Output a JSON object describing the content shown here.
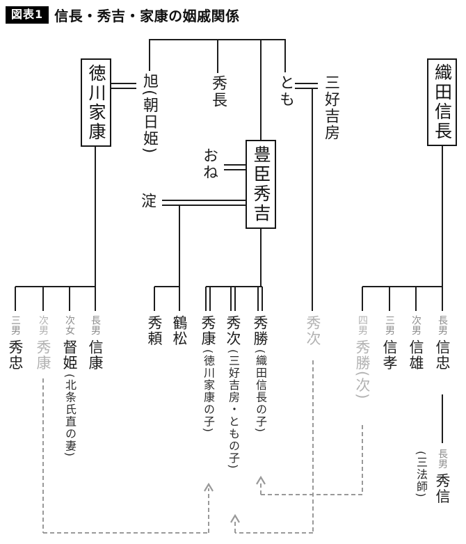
{
  "header": {
    "badge": "図表1",
    "title": "信長・秀吉・家康の姻戚関係"
  },
  "boxes": {
    "tokugawa": "徳川家康",
    "toyotomi": "豊臣秀吉",
    "oda": "織田信長"
  },
  "relatives": {
    "asahi": "旭(朝日姫)",
    "hidenaga": "秀長",
    "tomo": "とも",
    "miyoshi": "三好吉房",
    "one": "おね",
    "yodo": "淀"
  },
  "tokugawa_children": [
    {
      "prefix": "三男",
      "name": "秀忠",
      "note": ""
    },
    {
      "prefix": "次男",
      "name": "秀康",
      "note": "",
      "gray": true
    },
    {
      "prefix": "次女",
      "name": "督姫",
      "note": "(北条氏直の妻)"
    },
    {
      "prefix": "長男",
      "name": "信康",
      "note": ""
    }
  ],
  "toyotomi_children": [
    {
      "name": "秀頼",
      "note": ""
    },
    {
      "name": "鶴松",
      "note": ""
    },
    {
      "name": "秀康",
      "note": "(徳川家康の子)"
    },
    {
      "name": "秀次",
      "note": "(三好吉房・ともの子)"
    },
    {
      "name": "秀勝",
      "note": "(織田信長の子)"
    }
  ],
  "miyoshi_child": {
    "name": "秀次",
    "gray": true
  },
  "oda_children": [
    {
      "prefix": "四男",
      "name": "秀勝(次)",
      "note": "",
      "gray": true
    },
    {
      "prefix": "三男",
      "name": "信孝",
      "note": ""
    },
    {
      "prefix": "次男",
      "name": "信雄",
      "note": ""
    },
    {
      "prefix": "長男",
      "name": "信忠",
      "note": ""
    }
  ],
  "oda_grandchild": {
    "prefix": "長男",
    "name": "秀信",
    "note": "(三法師)"
  },
  "colors": {
    "line": "#1c1c1c",
    "gray_text": "#b2b2b2",
    "prefix_gray": "#8d8d8d",
    "dashed": "#999999",
    "badge_bg": "#000000",
    "badge_fg": "#ffffff"
  }
}
